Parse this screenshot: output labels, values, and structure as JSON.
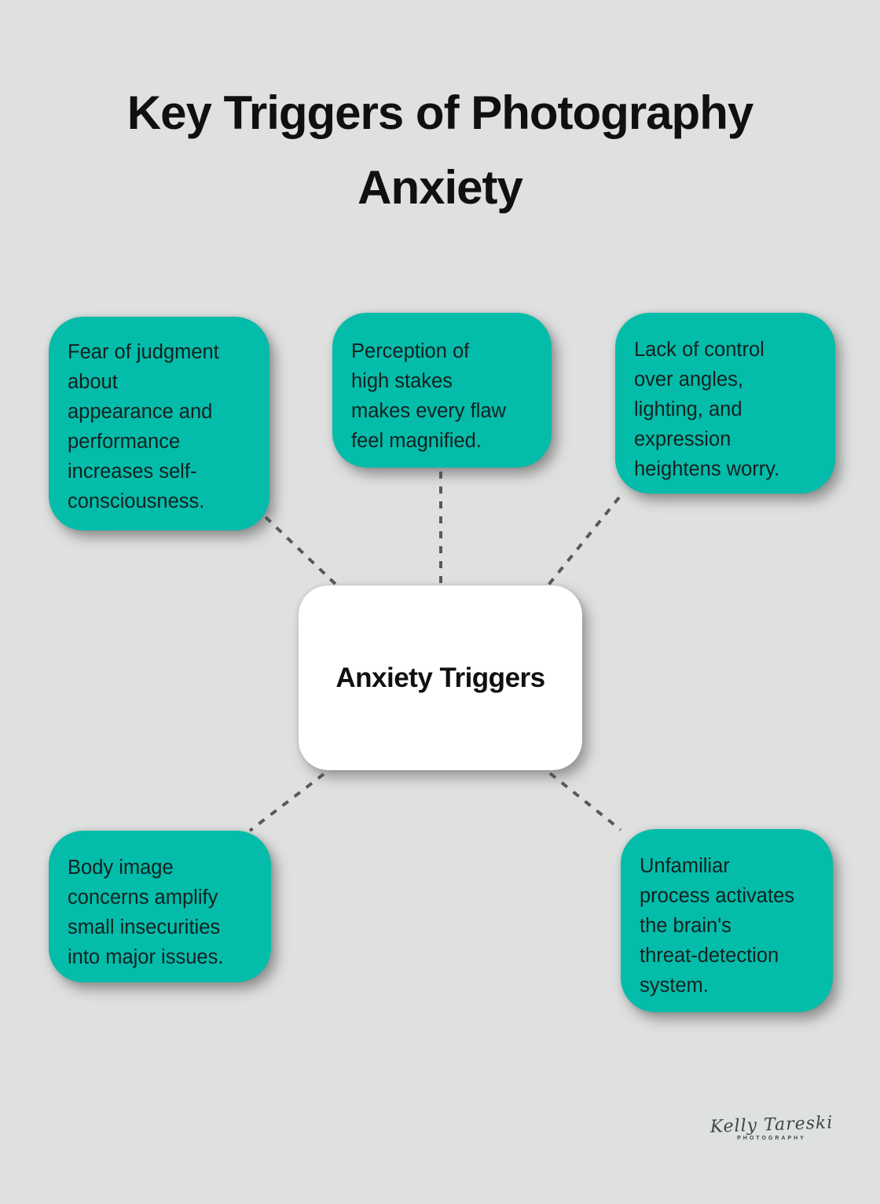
{
  "title": {
    "text": "Key Triggers of Photography\nAnxiety"
  },
  "center": {
    "label": "Anxiety Triggers"
  },
  "nodes": [
    {
      "id": "fear-of-judgment",
      "text": "Fear of judgment\nabout\nappearance and\nperformance\nincreases self-\nconsciousness."
    },
    {
      "id": "high-stakes",
      "text": "Perception of\nhigh stakes\nmakes every flaw\nfeel magnified."
    },
    {
      "id": "lack-of-control",
      "text": "Lack of control\nover angles,\nlighting, and\nexpression\nheightens worry."
    },
    {
      "id": "body-image",
      "text": "Body image\nconcerns amplify\nsmall insecurities\ninto major issues."
    },
    {
      "id": "unfamiliar-process",
      "text": "Unfamiliar\nprocess activates\nthe brain's\nthreat-detection\nsystem."
    }
  ],
  "colors": {
    "background": "#dfe1e0",
    "node_background": "#04bcaa",
    "node_text": "#14211f",
    "center_background": "#ffffff",
    "connector": "#595959",
    "title_text": "#101010"
  },
  "signature": {
    "name": "Kelly Tareski",
    "subtitle": "PHOTOGRAPHY"
  }
}
